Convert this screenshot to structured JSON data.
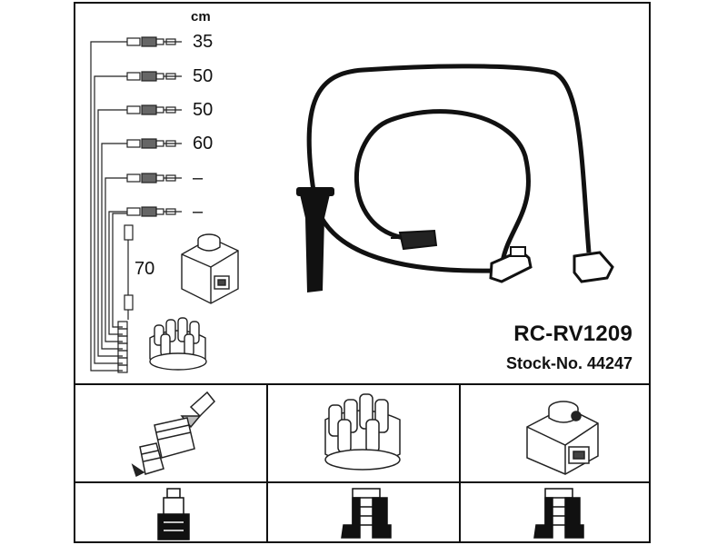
{
  "unit_label": "cm",
  "lengths": [
    "35",
    "50",
    "50",
    "60",
    "–",
    "–"
  ],
  "coil_lead_length": "70",
  "product_code": "RC-RV1209",
  "stock_number": "Stock-No. 44247",
  "icons": [
    "spark-plug-icon",
    "distributor-cap-icon",
    "ignition-coil-icon",
    "plug-terminal-icon",
    "cap-terminal-icon",
    "coil-terminal-icon"
  ]
}
